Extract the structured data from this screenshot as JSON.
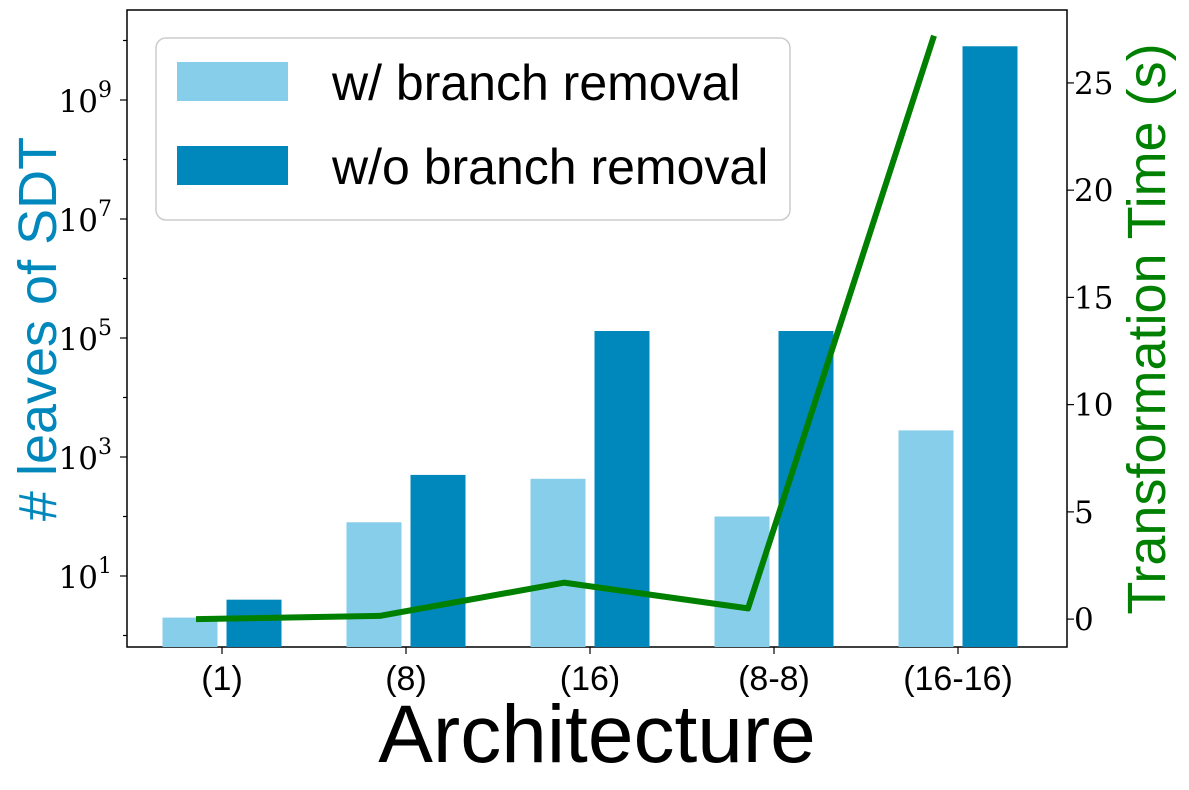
{
  "chart_data": {
    "type": "bar",
    "categories": [
      "(1)",
      "(8)",
      "(16)",
      "(8-8)",
      "(16-16)"
    ],
    "series": [
      {
        "name": "w/ branch removal",
        "axis": "left",
        "kind": "bar",
        "color": "#87ceeb",
        "values": [
          2,
          80,
          430,
          100,
          2800
        ]
      },
      {
        "name": "w/o branch removal",
        "axis": "left",
        "kind": "bar",
        "color": "#0088bd",
        "values": [
          4,
          500,
          131072,
          131072,
          8000000000
        ]
      },
      {
        "axis": "right",
        "kind": "line",
        "color": "#008000",
        "values": [
          0.0,
          0.15,
          1.7,
          0.5,
          27.2
        ]
      }
    ],
    "xlabel": "Architecture",
    "ylabel_left": "# leaves of SDT",
    "ylabel_right": "Transformation Time (s)",
    "ylabel_left_color": "#0088bd",
    "ylabel_right_color": "#008000",
    "y_left": {
      "scale": "log",
      "ticks": [
        10,
        1000,
        100000,
        10000000,
        1000000000
      ],
      "tick_labels": [
        [
          "10",
          "1"
        ],
        [
          "10",
          "3"
        ],
        [
          "10",
          "5"
        ],
        [
          "10",
          "7"
        ],
        [
          "10",
          "9"
        ]
      ]
    },
    "y_right": {
      "scale": "linear",
      "ticks": [
        0,
        5,
        10,
        15,
        20,
        25
      ],
      "tick_labels": [
        "0",
        "5",
        "10",
        "15",
        "20",
        "25"
      ],
      "ylim": [
        -1.3,
        28.4
      ]
    },
    "legend": {
      "position": "upper-left",
      "entries": [
        "w/ branch removal",
        "w/o branch removal"
      ]
    },
    "grid": false
  }
}
